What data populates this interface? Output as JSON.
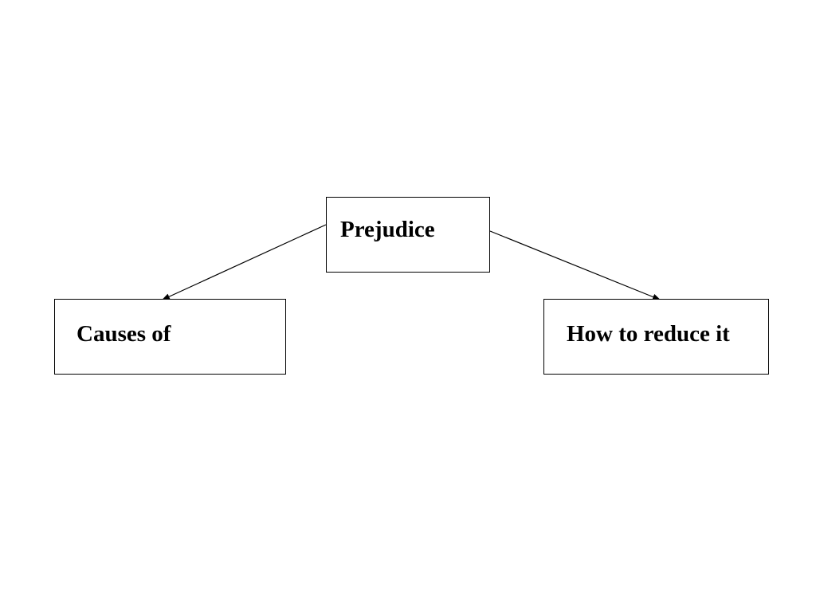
{
  "diagram": {
    "root": {
      "label": "Prejudice"
    },
    "children": [
      {
        "label": "Causes of"
      },
      {
        "label": "How to reduce it"
      }
    ],
    "edges": [
      {
        "from": "Prejudice",
        "to": "Causes of"
      },
      {
        "from": "Prejudice",
        "to": "How to reduce it"
      }
    ],
    "colors": {
      "stroke": "#000000",
      "background": "#ffffff"
    }
  }
}
